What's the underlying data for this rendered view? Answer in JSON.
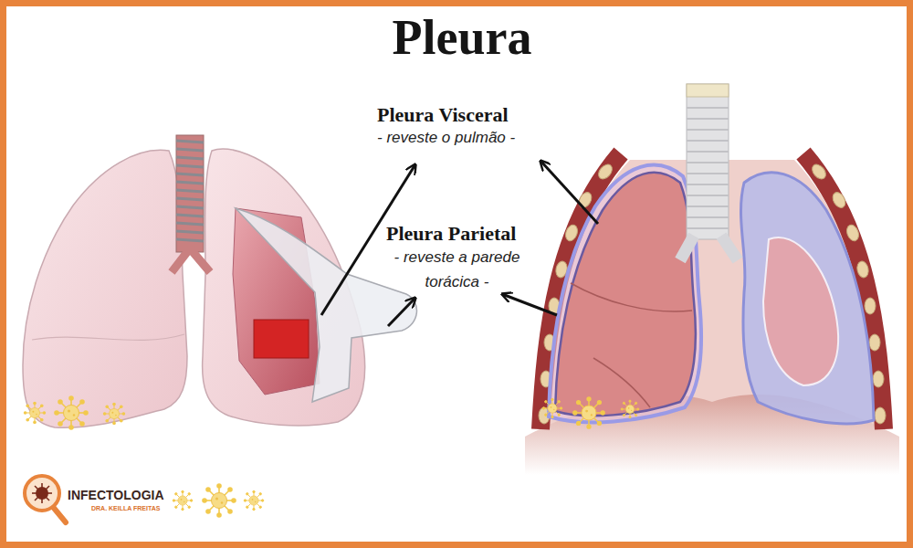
{
  "diagram": {
    "title": "Pleura",
    "labels": [
      "Pleura Visceral",
      "- reveste o pulmão -",
      "Pleura Parietal",
      "- reveste a parede torácica -",
      "INFECTOLOGIA",
      "DRA. KEILLA FREITAS"
    ]
  }
}
